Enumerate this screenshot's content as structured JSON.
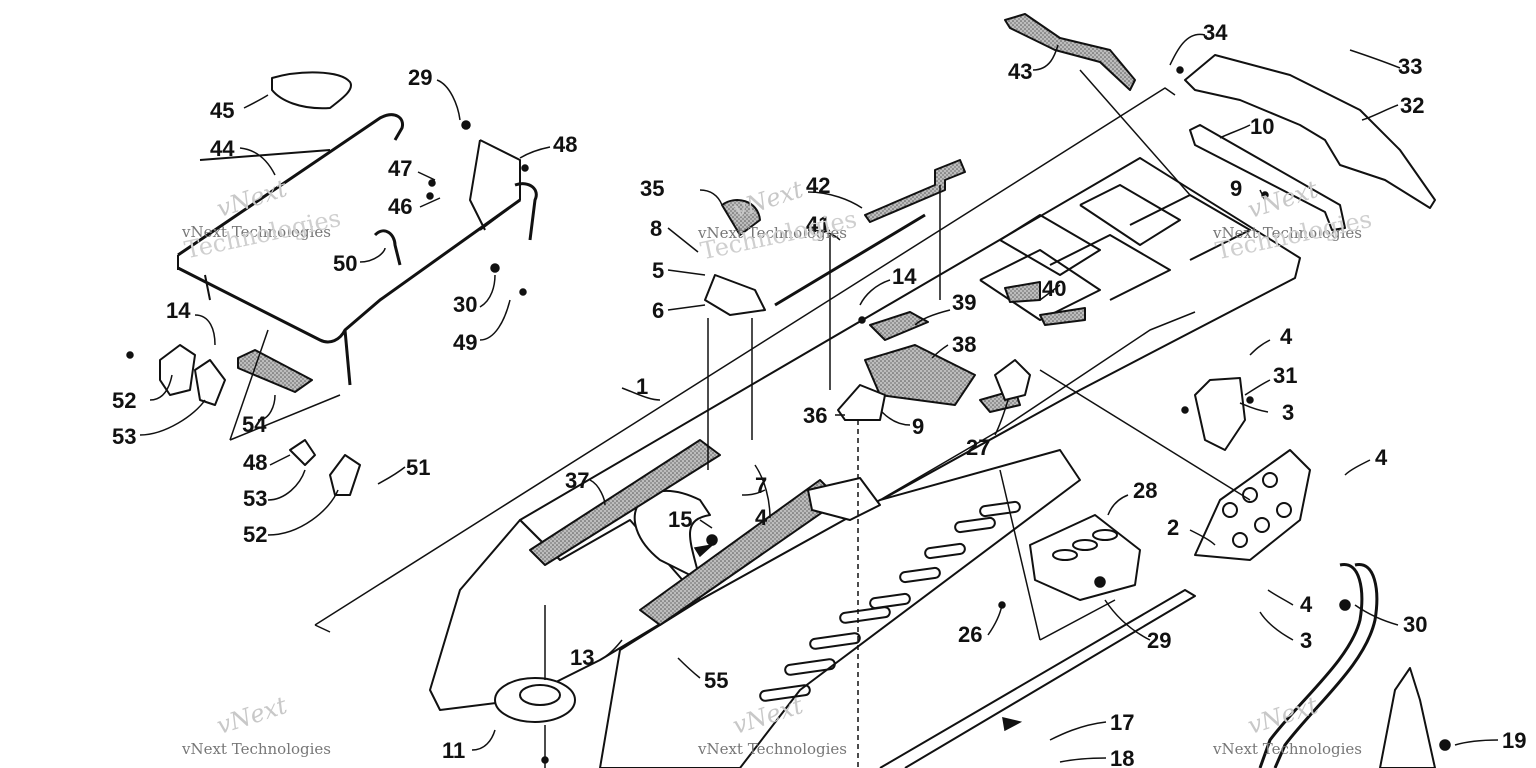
{
  "watermark": {
    "logo": "vNext",
    "company": "vNext Technologies",
    "big": "Technologies"
  },
  "callouts": [
    "1",
    "2",
    "3",
    "4",
    "5",
    "6",
    "7",
    "8",
    "9",
    "10",
    "11",
    "13",
    "14",
    "15",
    "17",
    "18",
    "19",
    "26",
    "27",
    "28",
    "29",
    "30",
    "31",
    "32",
    "33",
    "34",
    "35",
    "36",
    "37",
    "38",
    "39",
    "40",
    "41",
    "42",
    "43",
    "44",
    "45",
    "46",
    "47",
    "48",
    "49",
    "50",
    "51",
    "52",
    "53",
    "54",
    "55"
  ],
  "colors": {
    "line": "#111111",
    "foam": "#7a7a7a",
    "background": "#ffffff"
  }
}
